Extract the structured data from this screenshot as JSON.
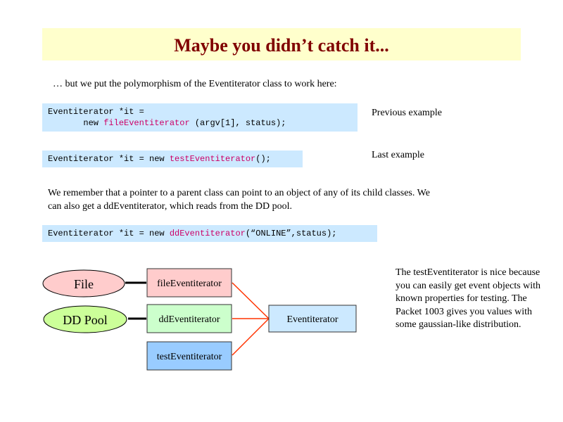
{
  "title": "Maybe you didn’t catch it...",
  "intro": "… but we put the polymorphism of the Eventiterator class to work here:",
  "code_blocks": [
    {
      "line1": "Eventiterator *it =",
      "line2_prefix": "       new ",
      "line2_highlight": "fileEventiterator",
      "line2_suffix": " (argv[1], status);"
    },
    {
      "prefix": "Eventiterator *it = new ",
      "highlight": "testEventiterator",
      "suffix": "();"
    },
    {
      "prefix": "Eventiterator *it = new ",
      "highlight": "ddEventiterator",
      "suffix": "(“ONLINE”,status);"
    }
  ],
  "labels": {
    "previous": "Previous example",
    "last": "Last example"
  },
  "paragraph": "We remember that a pointer to a parent class can point to an object of any of its child classes.  We can also get a ddEventiterator, which reads from the DD pool.",
  "diagram": {
    "sources": [
      "File",
      "DD Pool"
    ],
    "iterators": [
      "fileEventiterator",
      "ddEventiterator",
      "testEventiterator"
    ],
    "base": "Eventiterator",
    "colors": {
      "file": "#ffcccc",
      "ddpool": "#ccff99",
      "file_iter": "#ffcccc",
      "dd_iter": "#ccffcc",
      "test_iter": "#99ccff",
      "base": "#cce9ff",
      "arrow": "#ff3300"
    }
  },
  "description": "The testEventiterator is nice because you can easily get event objects with known properties for testing. The Packet 1003 gives you values with some gaussian-like distribution."
}
